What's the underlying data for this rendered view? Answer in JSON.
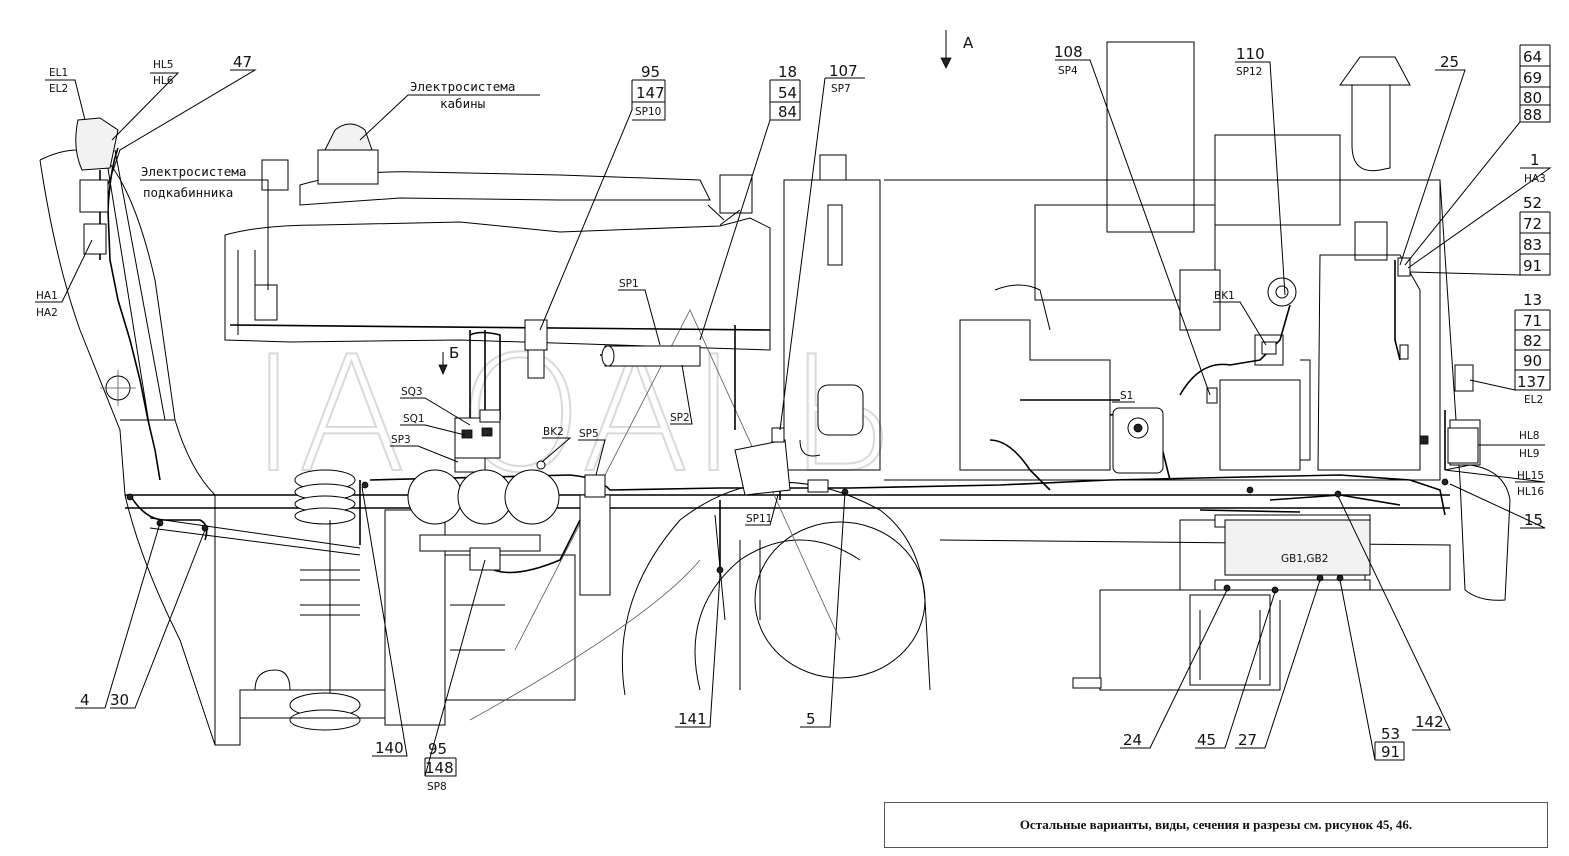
{
  "callouts": {
    "el1": "EL1",
    "el2_left": "EL2",
    "hl5": "HL5",
    "hl6": "HL6",
    "n47": "47",
    "sys_cab_1": "Электросистема",
    "sys_cab_2": "кабины",
    "sys_sub_1": "Электросистема",
    "sys_sub_2": "подкабинника",
    "ha1": "HA1",
    "ha2": "HA2",
    "n95_top": "95",
    "n147": "147",
    "sp10": "SP10",
    "n18": "18",
    "n54": "54",
    "n84": "84",
    "n107": "107",
    "sp7": "SP7",
    "view_a": "А",
    "view_b": "Б",
    "n108": "108",
    "sp4": "SP4",
    "n110": "110",
    "sp12": "SP12",
    "n25": "25",
    "n64": "64",
    "n69": "69",
    "n80": "80",
    "n88": "88",
    "n1": "1",
    "ha3": "HA3",
    "n52": "52",
    "n72": "72",
    "n83": "83",
    "n91_right": "91",
    "n13": "13",
    "n71": "71",
    "n82": "82",
    "n90": "90",
    "n137": "137",
    "el2_right": "EL2",
    "hl8": "HL8",
    "hl9": "HL9",
    "hl15": "HL15",
    "hl16": "HL16",
    "n15": "15",
    "sp1": "SP1",
    "sp2": "SP2",
    "sp3": "SP3",
    "sp5": "SP5",
    "sp11": "SP11",
    "sq1": "SQ1",
    "sq3": "SQ3",
    "bk1": "BK1",
    "bk2": "BK2",
    "s1": "S1",
    "gb": "GB1,GB2",
    "n4": "4",
    "n30": "30",
    "n140": "140",
    "n95_bottom": "95",
    "n148": "148",
    "sp8": "SP8",
    "n141": "141",
    "n5": "5",
    "n24": "24",
    "n45": "45",
    "n27": "27",
    "n53": "53",
    "n91_bottom": "91",
    "n142": "142"
  },
  "watermark": "IA OAI Ь",
  "note": "Остальные варианты, виды, сечения и разрезы см. рисунок 45, 46."
}
